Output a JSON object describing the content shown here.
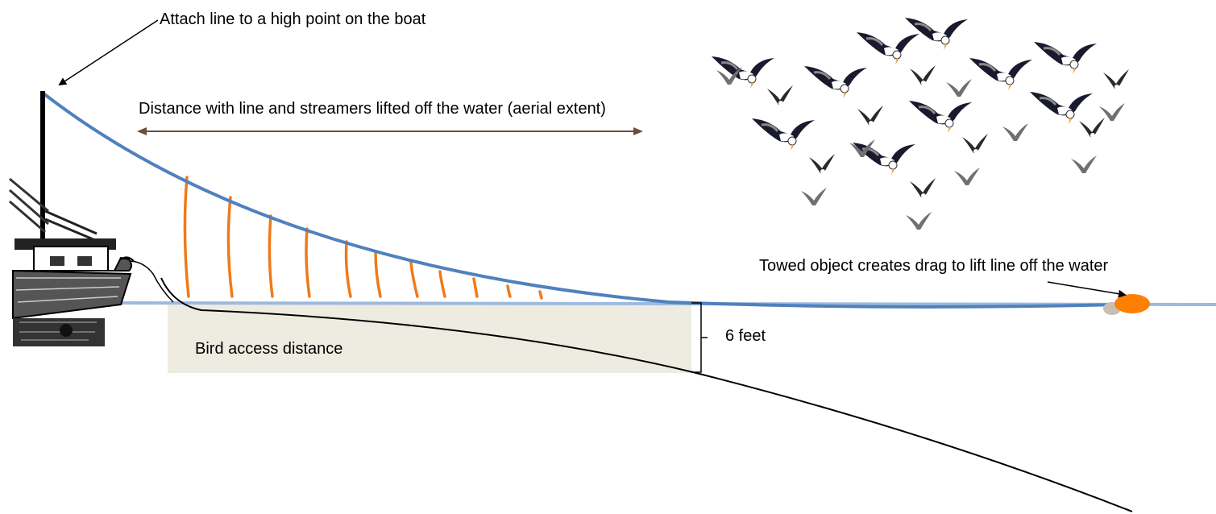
{
  "labels": {
    "attach": "Attach line to a high point on the boat",
    "aerial_extent": "Distance with line and streamers lifted off the water (aerial extent)",
    "towed_object": "Towed object creates drag to lift line off the water",
    "depth": "6 feet",
    "bird_access": "Bird access distance"
  },
  "colors": {
    "tori_line": "#4F81BD",
    "water_line": "#9DB9DC",
    "streamer": "#F07A1A",
    "towed_object": "#FF7F00",
    "access_zone": "#EEECE1",
    "arrow": "#6B4E3A",
    "fishing_line": "#000000",
    "bird_dark": "#1A1A2E",
    "bird_grey": "#6E6E6E"
  },
  "streamer_count": 11,
  "icons": [
    "boat-icon",
    "bird-flock-icon",
    "towed-float-icon"
  ]
}
